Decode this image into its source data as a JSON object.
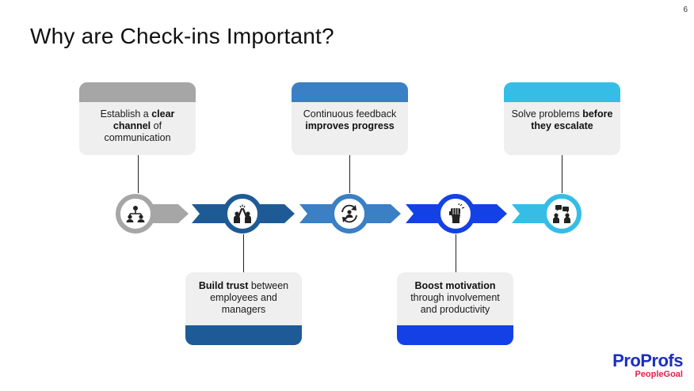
{
  "page_number": "6",
  "title": "Why are Check-ins Important?",
  "steps": [
    {
      "pre": "Establish a ",
      "bold": "clear channel",
      "post": " of communication",
      "color": "#a6a6a6",
      "icon": "organization-chart-icon"
    },
    {
      "pre": "",
      "bold": "Build trust",
      "post": " between employees and managers",
      "color": "#1e5b96",
      "icon": "high-five-icon"
    },
    {
      "pre": "Continuous feedback ",
      "bold": "improves progress",
      "post": "",
      "color": "#3b7fc4",
      "icon": "refresh-person-icon"
    },
    {
      "pre": "",
      "bold": "Boost motivation",
      "post": " through involvement and productivity",
      "color": "#1441e6",
      "icon": "raised-fist-icon"
    },
    {
      "pre": "Solve problems ",
      "bold": "before they escalate",
      "post": "",
      "color": "#35bde6",
      "icon": "discussion-icon"
    }
  ],
  "logo": {
    "main": "ProProfs",
    "sub": "PeopleGoal",
    "main_color": "#1a2fbf",
    "sub_color": "#e8204a"
  }
}
